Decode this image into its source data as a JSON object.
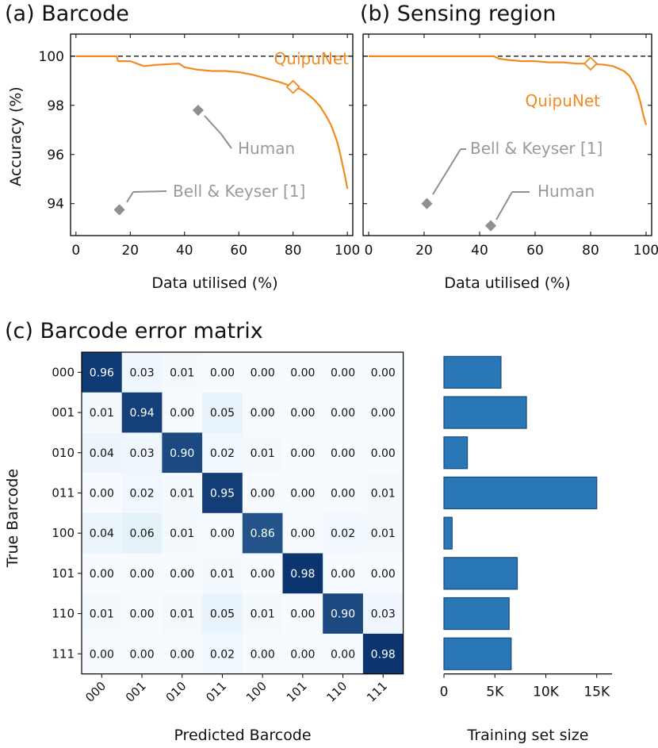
{
  "colors": {
    "quipunet": "#f28a1f",
    "baseline_marker": "#8f8f8f",
    "annotation_text": "#9a9a9a",
    "bar_fill": "#2a77b8",
    "bar_edge": "#1b4a7a",
    "cmap_low": "#f7fbff",
    "cmap_high": "#08306b"
  },
  "chart_data": [
    {
      "id": "a",
      "type": "line",
      "title": "(a) Barcode",
      "xlabel": "Data utilised (%)",
      "ylabel": "Accuracy (%)",
      "xlim": [
        -2,
        102
      ],
      "ylim": [
        92.7,
        100.9
      ],
      "xticks": [
        0,
        20,
        40,
        60,
        80,
        100
      ],
      "yticks": [
        94,
        96,
        98,
        100
      ],
      "reference_line": {
        "y": 100,
        "style": "dashed"
      },
      "series": [
        {
          "name": "QuipuNet",
          "x": [
            0,
            15,
            15.5,
            20,
            25,
            30,
            38,
            40,
            45,
            50,
            55,
            60,
            65,
            70,
            75,
            80,
            83,
            86,
            88,
            90,
            92,
            94,
            95,
            96,
            97,
            98,
            99,
            100
          ],
          "y": [
            100,
            100,
            99.8,
            99.8,
            99.6,
            99.65,
            99.7,
            99.55,
            99.45,
            99.4,
            99.4,
            99.35,
            99.25,
            99.1,
            98.95,
            98.75,
            98.65,
            98.4,
            98.2,
            97.95,
            97.6,
            97.2,
            96.9,
            96.6,
            96.2,
            95.7,
            95.2,
            94.6
          ],
          "highlight": {
            "x": 80,
            "y": 98.75
          }
        }
      ],
      "points": [
        {
          "name": "Human",
          "x": 45,
          "y": 97.8
        },
        {
          "name": "Bell & Keyser [1]",
          "x": 16,
          "y": 93.75
        }
      ]
    },
    {
      "id": "b",
      "type": "line",
      "title": "(b) Sensing region",
      "xlabel": "Data utilised (%)",
      "xlim": [
        -2,
        102
      ],
      "ylim": [
        92.7,
        100.9
      ],
      "xticks": [
        0,
        20,
        40,
        60,
        80,
        100
      ],
      "reference_line": {
        "y": 100,
        "style": "dashed"
      },
      "series": [
        {
          "name": "QuipuNet",
          "x": [
            0,
            45,
            47,
            50,
            55,
            60,
            65,
            70,
            75,
            80,
            85,
            88,
            90,
            92,
            94,
            95,
            96,
            97,
            98,
            99,
            100
          ],
          "y": [
            100,
            100,
            99.9,
            99.85,
            99.8,
            99.8,
            99.75,
            99.75,
            99.7,
            99.7,
            99.65,
            99.6,
            99.5,
            99.4,
            99.2,
            99.0,
            98.8,
            98.5,
            98.1,
            97.6,
            97.2
          ],
          "highlight": {
            "x": 80,
            "y": 99.7
          }
        }
      ],
      "points": [
        {
          "name": "Bell & Keyser [1]",
          "x": 21,
          "y": 94.0
        },
        {
          "name": "Human",
          "x": 44,
          "y": 93.1
        }
      ]
    },
    {
      "id": "c",
      "type": "heatmap",
      "title": "(c) Barcode error matrix",
      "xlabel": "Predicted Barcode",
      "ylabel": "True Barcode",
      "categories": [
        "000",
        "001",
        "010",
        "011",
        "100",
        "101",
        "110",
        "111"
      ],
      "values": [
        [
          0.96,
          0.03,
          0.01,
          0.0,
          0.0,
          0.0,
          0.0,
          0.0
        ],
        [
          0.01,
          0.94,
          0.0,
          0.05,
          0.0,
          0.0,
          0.0,
          0.0
        ],
        [
          0.04,
          0.03,
          0.9,
          0.02,
          0.01,
          0.0,
          0.0,
          0.0
        ],
        [
          0.0,
          0.02,
          0.01,
          0.95,
          0.0,
          0.0,
          0.0,
          0.01
        ],
        [
          0.04,
          0.06,
          0.01,
          0.0,
          0.86,
          0.0,
          0.02,
          0.01
        ],
        [
          0.0,
          0.0,
          0.0,
          0.01,
          0.0,
          0.98,
          0.0,
          0.0
        ],
        [
          0.01,
          0.0,
          0.01,
          0.05,
          0.01,
          0.0,
          0.9,
          0.03
        ],
        [
          0.0,
          0.0,
          0.0,
          0.02,
          0.0,
          0.0,
          0.0,
          0.98
        ]
      ]
    },
    {
      "id": "d",
      "type": "bar",
      "orientation": "horizontal",
      "xlabel": "Training set size",
      "xlim": [
        0,
        16500
      ],
      "xticks": [
        0,
        5000,
        10000,
        15000
      ],
      "xtick_labels": [
        "0",
        "5K",
        "10K",
        "15K"
      ],
      "categories": [
        "000",
        "001",
        "010",
        "011",
        "100",
        "101",
        "110",
        "111"
      ],
      "values": [
        5600,
        8100,
        2300,
        15000,
        800,
        7200,
        6400,
        6600
      ]
    }
  ]
}
